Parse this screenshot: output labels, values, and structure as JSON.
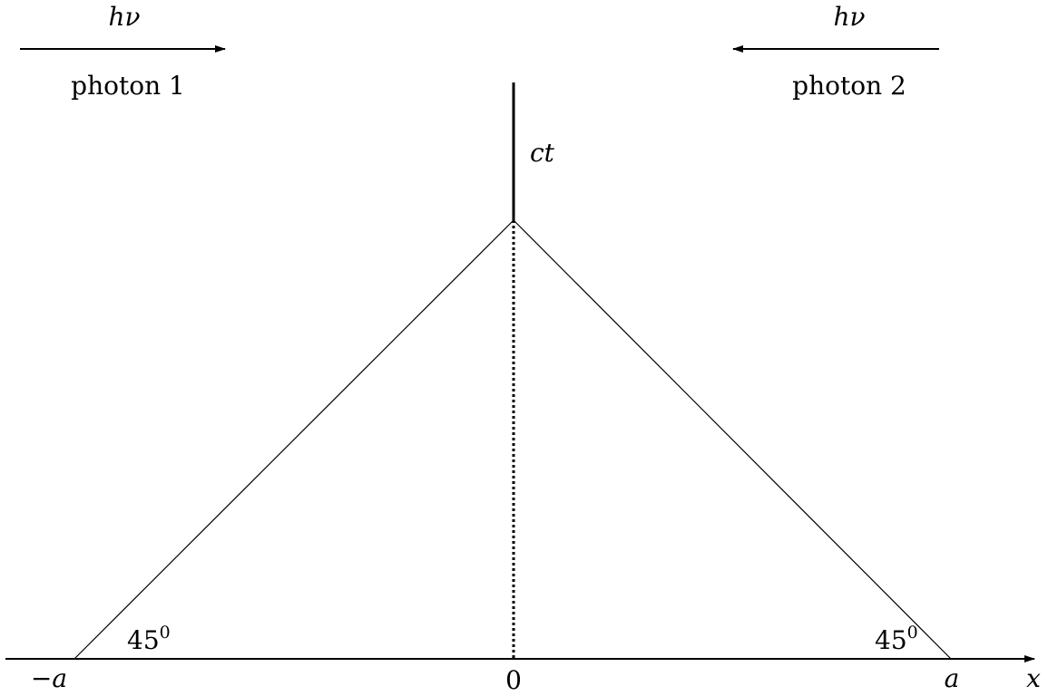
{
  "photon1": {
    "energy": "hν",
    "label": "photon 1"
  },
  "photon2": {
    "energy": "hν",
    "label": "photon 2"
  },
  "axes": {
    "time_label": "ct",
    "x_label": "x",
    "origin": "0",
    "left_point": "−a",
    "right_point": "a"
  },
  "angles": {
    "left": {
      "base": "45",
      "sup": "0"
    },
    "right": {
      "base": "45",
      "sup": "0"
    }
  },
  "colors": {
    "stroke": "#000000",
    "background": "#ffffff"
  }
}
